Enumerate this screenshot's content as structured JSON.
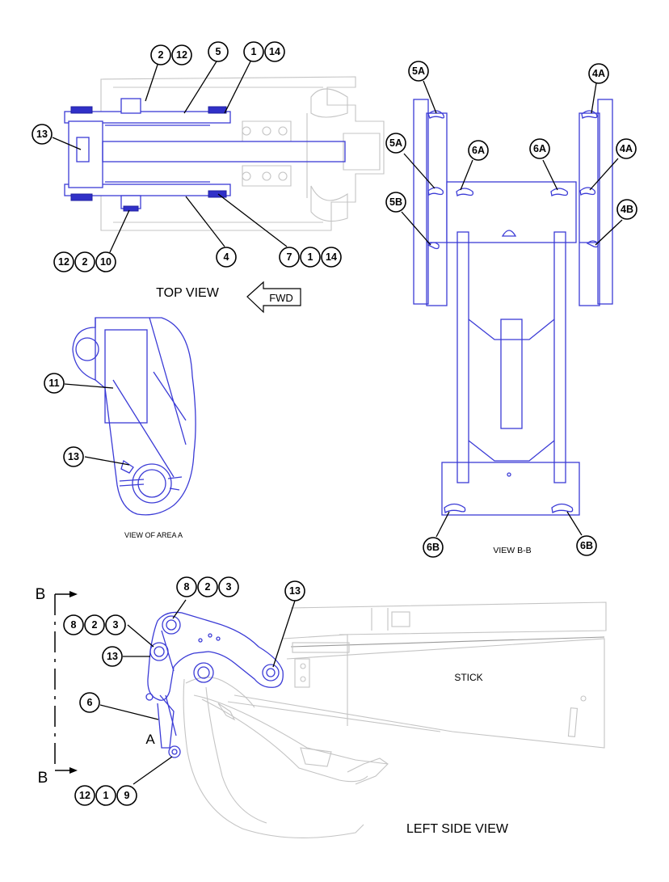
{
  "views": {
    "top": "TOP VIEW",
    "fwd": "FWD",
    "area_a": "VIEW OF AREA A",
    "bb": "VIEW B-B",
    "left_side": "LEFT SIDE VIEW",
    "stick": "STICK"
  },
  "section_marks": {
    "b_top": "B",
    "b_bottom": "B",
    "a": "A"
  },
  "callouts": {
    "top_2": "2",
    "top_12": "12",
    "top_5": "5",
    "top_1": "1",
    "top_14": "14",
    "top_13": "13",
    "top_bl_12": "12",
    "top_bl_2": "2",
    "top_bl_10": "10",
    "top_4": "4",
    "top_br_7": "7",
    "top_br_1": "1",
    "top_br_14": "14",
    "bb_5a_top": "5A",
    "bb_4a_top": "4A",
    "bb_5a_mid": "5A",
    "bb_6a_left": "6A",
    "bb_6a_right": "6A",
    "bb_4a_mid": "4A",
    "bb_5b": "5B",
    "bb_4b": "4B",
    "bb_6b_left": "6B",
    "bb_6b_right": "6B",
    "area_11": "11",
    "area_13": "13",
    "ls_8a": "8",
    "ls_2a": "2",
    "ls_3a": "3",
    "ls_8b": "8",
    "ls_2b": "2",
    "ls_3b": "3",
    "ls_13a": "13",
    "ls_13b": "13",
    "ls_6": "6",
    "ls_12": "12",
    "ls_1": "1",
    "ls_9": "9"
  }
}
